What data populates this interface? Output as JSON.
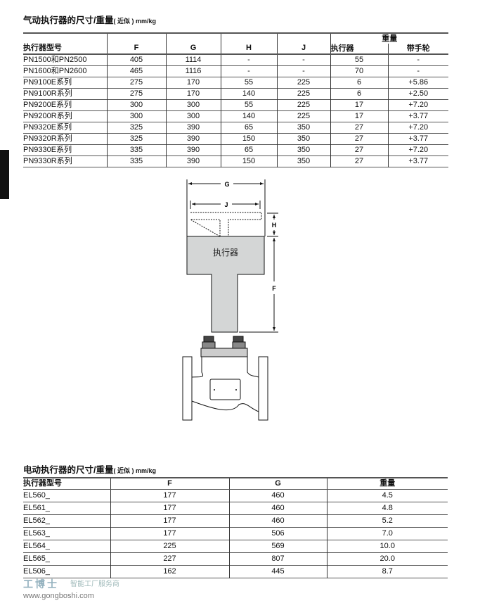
{
  "pneumatic": {
    "title": "气动执行器的尺寸/重量",
    "unit": "( 近似 ) mm/kg",
    "headers": {
      "model": "执行器型号",
      "F": "F",
      "G": "G",
      "H": "H",
      "J": "J",
      "weight": "重量",
      "actuator": "执行器",
      "handwheel": "带手轮"
    },
    "rows": [
      [
        "PN1500和PN2500",
        "405",
        "1114",
        "-",
        "-",
        "55",
        "-"
      ],
      [
        "PN1600和PN2600",
        "465",
        "1116",
        "-",
        "-",
        "70",
        "-"
      ],
      [
        "PN9100E系列",
        "275",
        "170",
        "55",
        "225",
        "6",
        "+5.86"
      ],
      [
        "PN9100R系列",
        "275",
        "170",
        "140",
        "225",
        "6",
        "+2.50"
      ],
      [
        "PN9200E系列",
        "300",
        "300",
        "55",
        "225",
        "17",
        "+7.20"
      ],
      [
        "PN9200R系列",
        "300",
        "300",
        "140",
        "225",
        "17",
        "+3.77"
      ],
      [
        "PN9320E系列",
        "325",
        "390",
        "65",
        "350",
        "27",
        "+7.20"
      ],
      [
        "PN9320R系列",
        "325",
        "390",
        "150",
        "350",
        "27",
        "+3.77"
      ],
      [
        "PN9330E系列",
        "335",
        "390",
        "65",
        "350",
        "27",
        "+7.20"
      ],
      [
        "PN9330R系列",
        "335",
        "390",
        "150",
        "350",
        "27",
        "+3.77"
      ]
    ]
  },
  "diagram": {
    "G": "G",
    "J": "J",
    "H": "H",
    "F": "F",
    "actuator": "执行器"
  },
  "electric": {
    "title": "电动执行器的尺寸/重量",
    "unit": "( 近似 ) mm/kg",
    "headers": [
      "执行器型号",
      "F",
      "G",
      "重量"
    ],
    "rows": [
      [
        "EL560_",
        "177",
        "460",
        "4.5"
      ],
      [
        "EL561_",
        "177",
        "460",
        "4.8"
      ],
      [
        "EL562_",
        "177",
        "460",
        "5.2"
      ],
      [
        "EL563_",
        "177",
        "506",
        "7.0"
      ],
      [
        "EL564_",
        "225",
        "569",
        "10.0"
      ],
      [
        "EL565_",
        "227",
        "807",
        "20.0"
      ],
      [
        "EL506_",
        "162",
        "445",
        "8.7"
      ]
    ]
  },
  "watermark": {
    "brand": "工博士",
    "slogan": "智能工厂服务商",
    "url": "www.gongboshi.com"
  }
}
